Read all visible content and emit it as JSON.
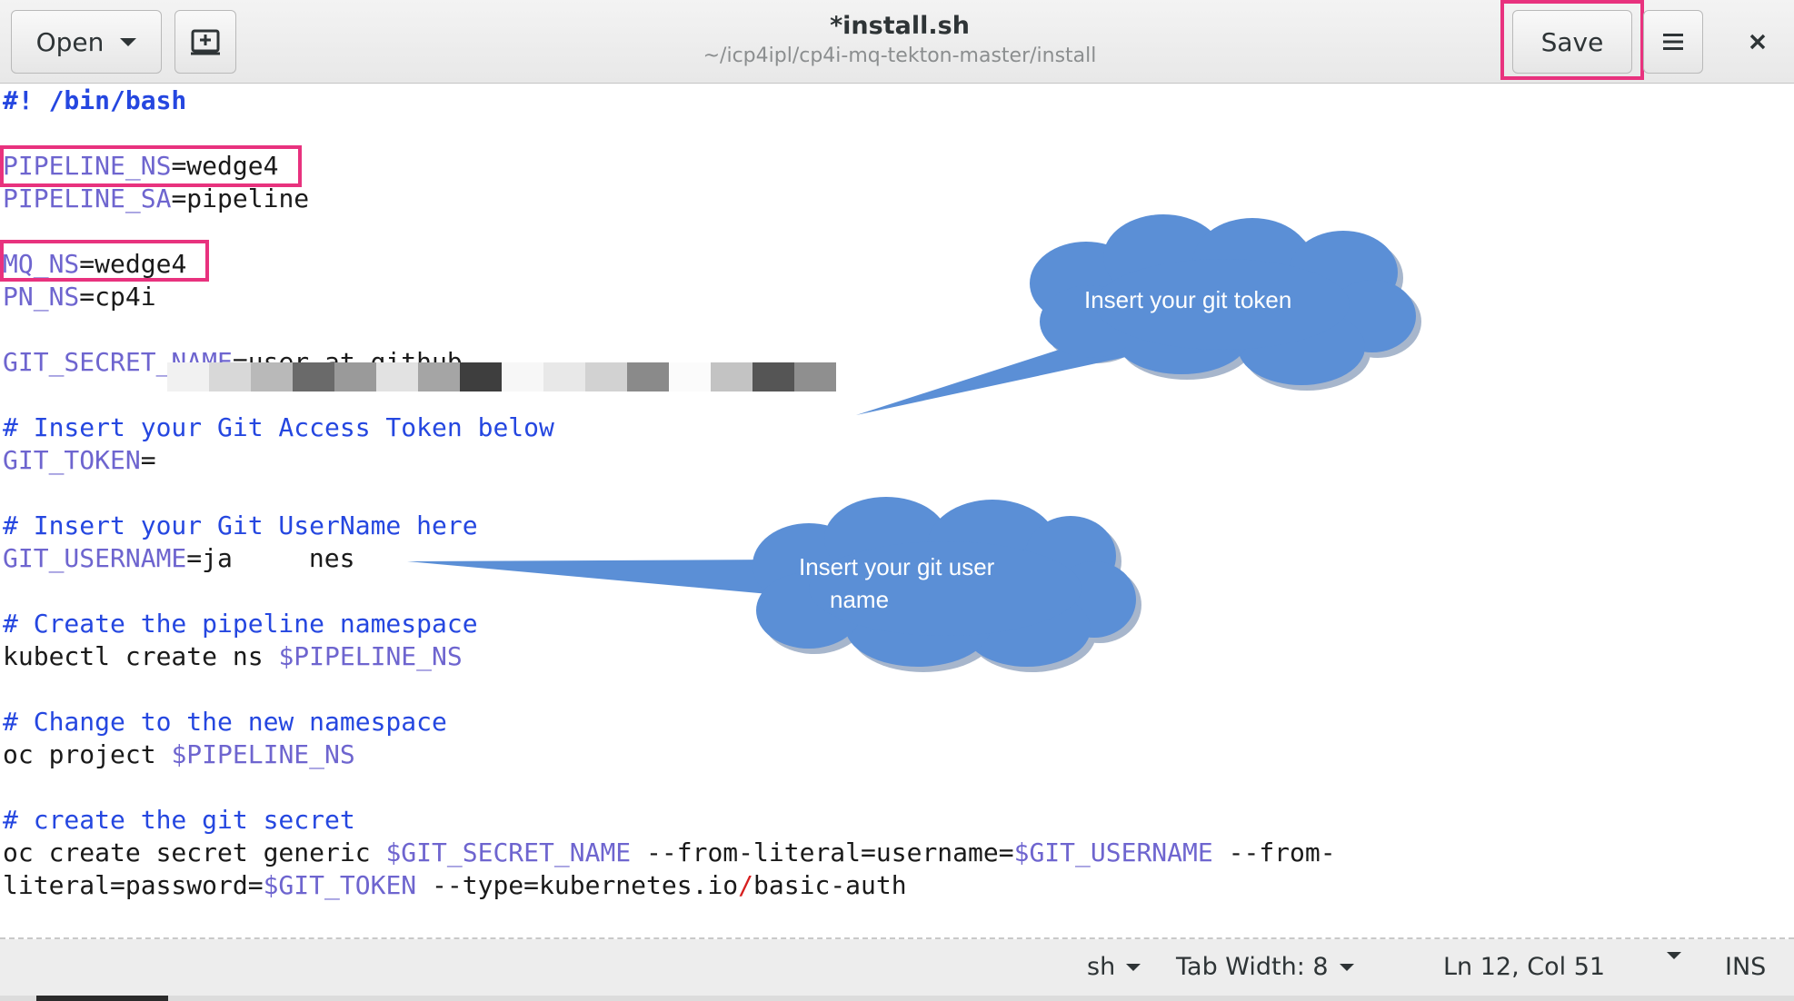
{
  "header": {
    "open_label": "Open",
    "title": "*install.sh",
    "subtitle": "~/icp4ipl/cp4i-mq-tekton-master/install",
    "save_label": "Save"
  },
  "icons": {
    "open_dropdown": "chevron-down-icon",
    "new_document": "new-document-icon",
    "menu": "hamburger-menu-icon",
    "close": "close-icon"
  },
  "code": {
    "shebang": "#! /bin/bash",
    "pipeline_ns_var": "PIPELINE_NS",
    "pipeline_ns_val": "=wedge4",
    "pipeline_sa_var": "PIPELINE_SA",
    "pipeline_sa_val": "=pipeline",
    "mq_ns_var": "MQ_NS",
    "mq_ns_val": "=wedge4",
    "pn_ns_var": "PN_NS",
    "pn_ns_val": "=cp4i",
    "git_secret_var": "GIT_SECRET_NAME",
    "git_secret_val": "=user-at-github",
    "comment_token": "# Insert your Git Access Token below",
    "git_token_var": "GIT_TOKEN",
    "git_token_eq": "=",
    "comment_username": "# Insert your Git UserName here",
    "git_username_var": "GIT_USERNAME",
    "git_username_val_a": "=ja",
    "git_username_val_b": "nes",
    "comment_create_ns": "# Create the pipeline namespace",
    "create_ns_cmd": "kubectl create ns ",
    "create_ns_arg": "$PIPELINE_NS",
    "comment_change_ns": "# Change to the new namespace",
    "project_cmd": "oc project ",
    "project_arg": "$PIPELINE_NS",
    "comment_secret": "# create the git secret",
    "secret_cmd_a": "oc create secret generic ",
    "secret_arg_a": "$GIT_SECRET_NAME",
    "secret_cmd_b": " --from-literal=username=",
    "secret_arg_b": "$GIT_USERNAME",
    "secret_cmd_c": " --from-",
    "secret_cmd_d": "literal=password=",
    "secret_arg_c": "$GIT_TOKEN",
    "secret_cmd_e": " --type=kubernetes.io",
    "secret_slash": "/",
    "secret_cmd_f": "basic-auth"
  },
  "redaction_colors": [
    "#f1f1f1",
    "#d8d8d8",
    "#b9b9b9",
    "#6a6a6a",
    "#9a9a9a",
    "#e2e2e2",
    "#a5a5a5",
    "#3e3e3e",
    "#f7f7f7",
    "#e8e8e8",
    "#d2d2d2",
    "#8a8a8a",
    "#fbfbfb",
    "#c3c3c3",
    "#555555",
    "#8f8f8f"
  ],
  "callouts": {
    "token": "Insert your git token",
    "username_line1": "Insert your git user",
    "username_line2": "name",
    "fill_color": "#5b8fd6"
  },
  "statusbar": {
    "language": "sh",
    "tab_width": "Tab Width: 8",
    "position": "Ln 12, Col 51",
    "mode": "INS"
  },
  "colors": {
    "highlight": "#e8327e",
    "variable": "#6e65cf",
    "comment": "#2547e0"
  }
}
